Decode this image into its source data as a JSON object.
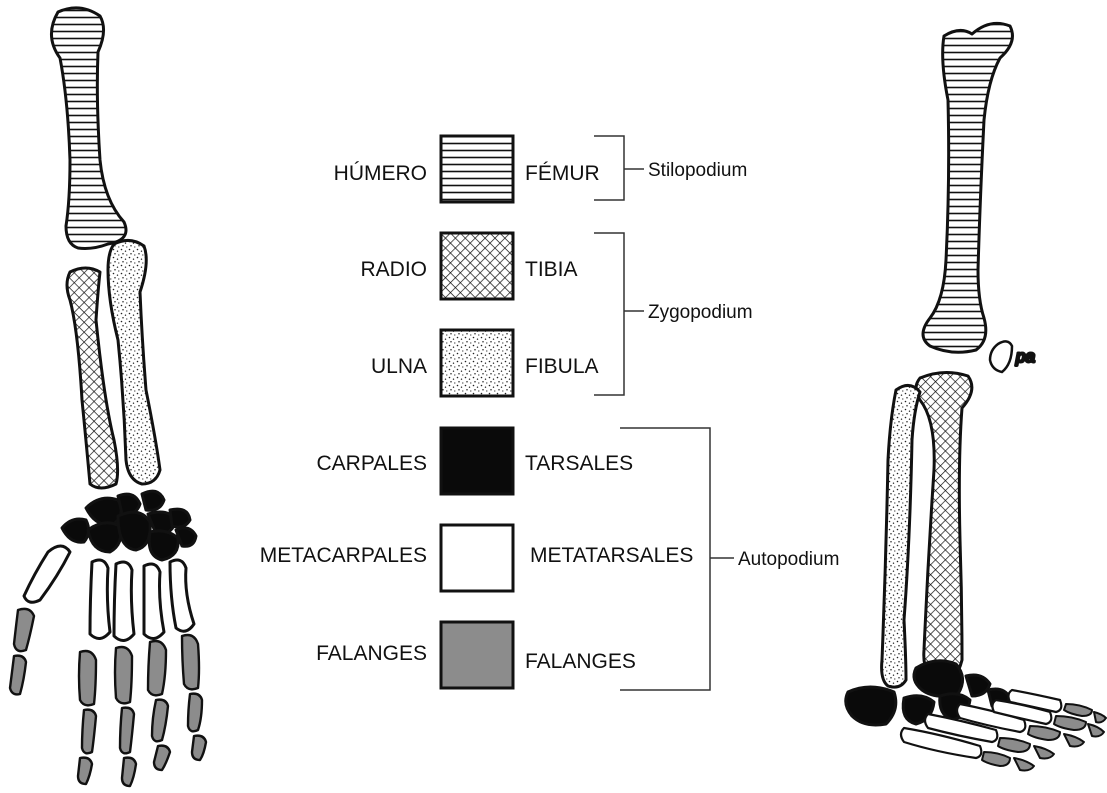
{
  "legend": {
    "rows": [
      {
        "left": "HÚMERO",
        "right": "FÉMUR",
        "fill": "url(#hatch)"
      },
      {
        "left": "RADIO",
        "right": "TIBIA",
        "fill": "url(#cross)"
      },
      {
        "left": "ULNA",
        "right": "FIBULA",
        "fill": "url(#stipple)"
      },
      {
        "left": "CARPALES",
        "right": "TARSALES",
        "fill": "#0a0a0a"
      },
      {
        "left": "METACARPALES",
        "right": "METATARSALES",
        "fill": "#ffffff"
      },
      {
        "left": "FALANGES",
        "right": "FALANGES",
        "fill": "#8c8c8c"
      }
    ],
    "groups": [
      {
        "label": "Stilopodium"
      },
      {
        "label": "Zygopodium"
      },
      {
        "label": "Autopodium"
      }
    ]
  },
  "leg": {
    "patella_label": "pa"
  },
  "colors": {
    "ink": "#111111",
    "carpal": "#0a0a0a",
    "phalanx": "#8c8c8c",
    "metacarpal": "#ffffff"
  }
}
